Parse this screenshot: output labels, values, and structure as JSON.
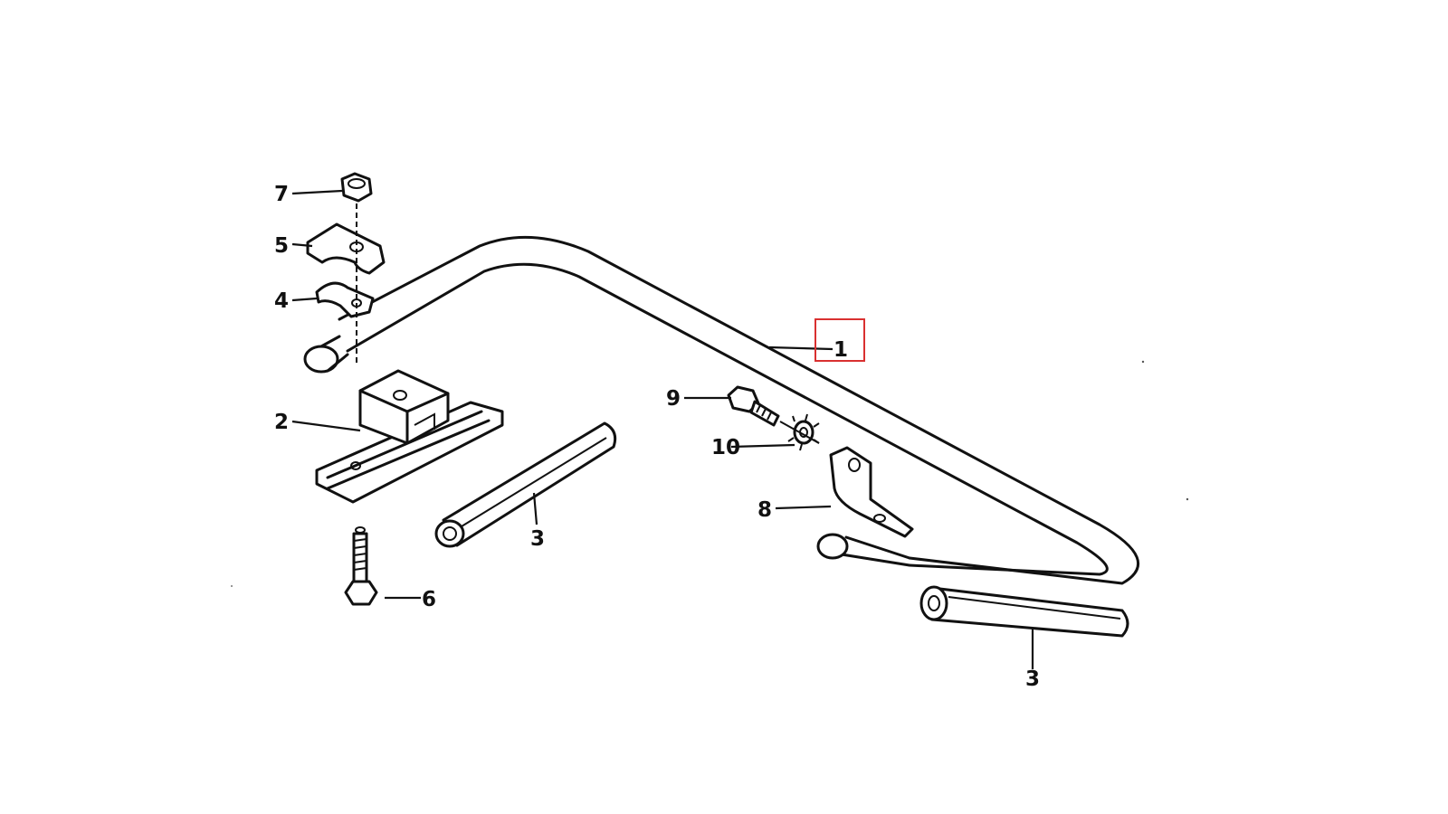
{
  "callouts": {
    "c1": "1",
    "c2": "2",
    "c3a": "3",
    "c3b": "3",
    "c4": "4",
    "c5": "5",
    "c6": "6",
    "c7": "7",
    "c8": "8",
    "c9": "9",
    "c10": "10"
  },
  "highlight": {
    "label": "1",
    "color": "#d93030"
  },
  "colors": {
    "line": "#111111",
    "background": "#ffffff"
  }
}
